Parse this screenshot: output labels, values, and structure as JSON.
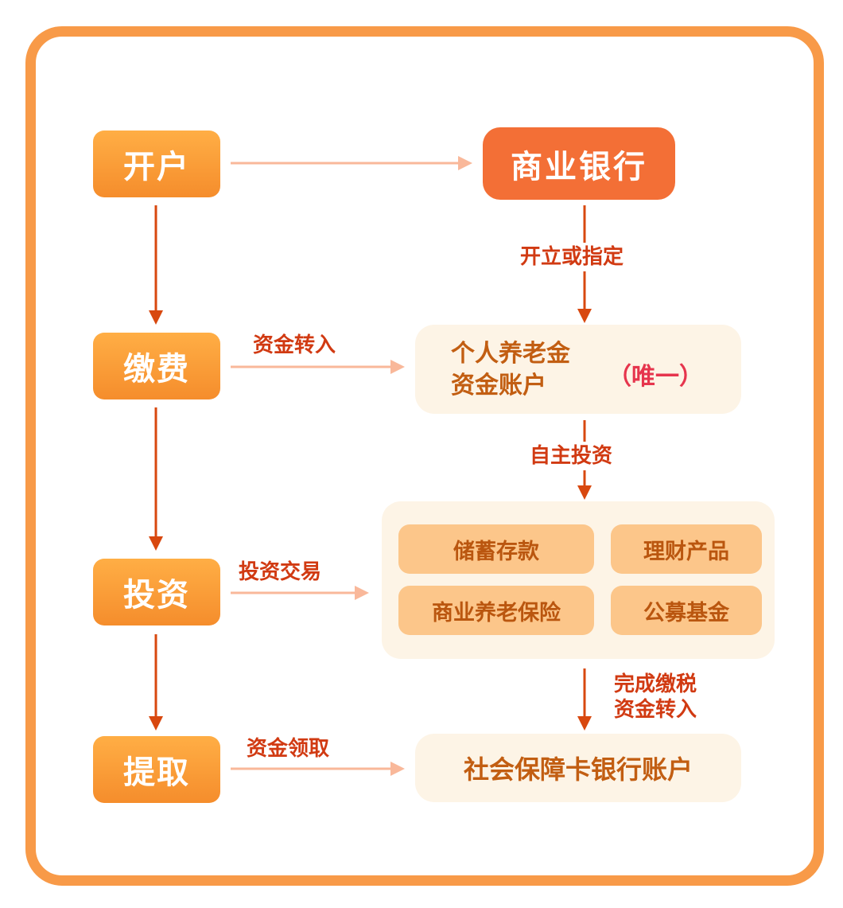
{
  "steps": {
    "open": "开户",
    "pay": "缴费",
    "invest": "投资",
    "withdraw": "提取"
  },
  "bank": "商业银行",
  "edge_labels": {
    "open_or_assign": "开立或指定",
    "funds_in": "资金转入",
    "self_invest": "自主投资",
    "trade": "投资交易",
    "tax_done_line1": "完成缴税",
    "tax_done_line2": "资金转入",
    "funds_claim": "资金领取"
  },
  "account": {
    "line1": "个人养老金",
    "line2": "资金账户",
    "note": "（唯一）"
  },
  "products": [
    "储蓄存款",
    "理财产品",
    "商业养老保险",
    "公募基金"
  ],
  "social_card": "社会保障卡银行账户",
  "colors": {
    "frame": "#f89a48",
    "step_box": "#f7972f",
    "bank_box": "#f36f36",
    "panel": "#fdf4e6",
    "product_box": "#fcc68a",
    "arrow_dark": "#d8480f",
    "arrow_light": "#f9b89a",
    "label_text": "#d13a12",
    "highlight_text": "#e6354d"
  }
}
